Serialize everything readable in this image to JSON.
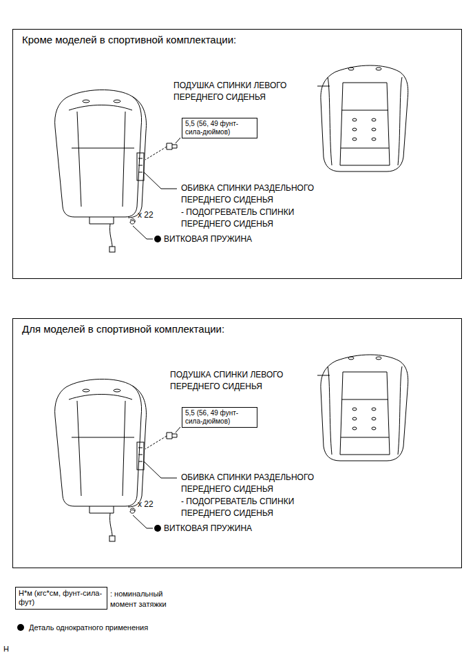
{
  "diagram": {
    "nodes": [
      {
        "text": [
          "Кроме моделей в спортивной комплектации:"
        ]
      },
      {
        "text": [
          "5,5 (56, 49 фунт-сила-дюймов)"
        ],
        "in": 0
      },
      {
        "text": [
          "Для моделей в спортивной комплектации:"
        ]
      },
      {
        "text": [
          "5,5 (56, 49 фунт-сила-дюймов)"
        ],
        "in": 2
      },
      {
        "text": [
          "Н*м (кгс*см, фунт-сила-фут)"
        ]
      }
    ],
    "labels": [
      "ПОДУШКА СПИНКИ ЛЕВОГО ПЕРЕДНЕГО СИДЕНЬЯ",
      "ОБИВКА СПИНКИ РАЗДЕЛЬНОГО ПЕРЕДНЕГО СИДЕНЬЯ",
      "- ПОДОГРЕВАТЕЛЬ СПИНКИ ПЕРЕДНЕГО СИДЕНЬЯ",
      "x 22",
      "ВИТКОВАЯ ПРУЖИНА",
      "ПОДУШКА СПИНКИ ЛЕВОГО ПЕРЕДНЕГО СИДЕНЬЯ",
      "ОБИВКА СПИНКИ РАЗДЕЛЬНОГО ПЕРЕДНЕГО СИДЕНЬЯ",
      "- ПОДОГРЕВАТЕЛЬ СПИНКИ ПЕРЕДНЕГО СИДЕНЬЯ",
      "x 22",
      "ВИТКОВАЯ ПРУЖИНА",
      "H"
    ],
    "legend": [
      {
        "text": ": номинальный момент затяжки"
      },
      {
        "text": "Деталь однократного применения",
        "color": "#000000"
      }
    ]
  }
}
